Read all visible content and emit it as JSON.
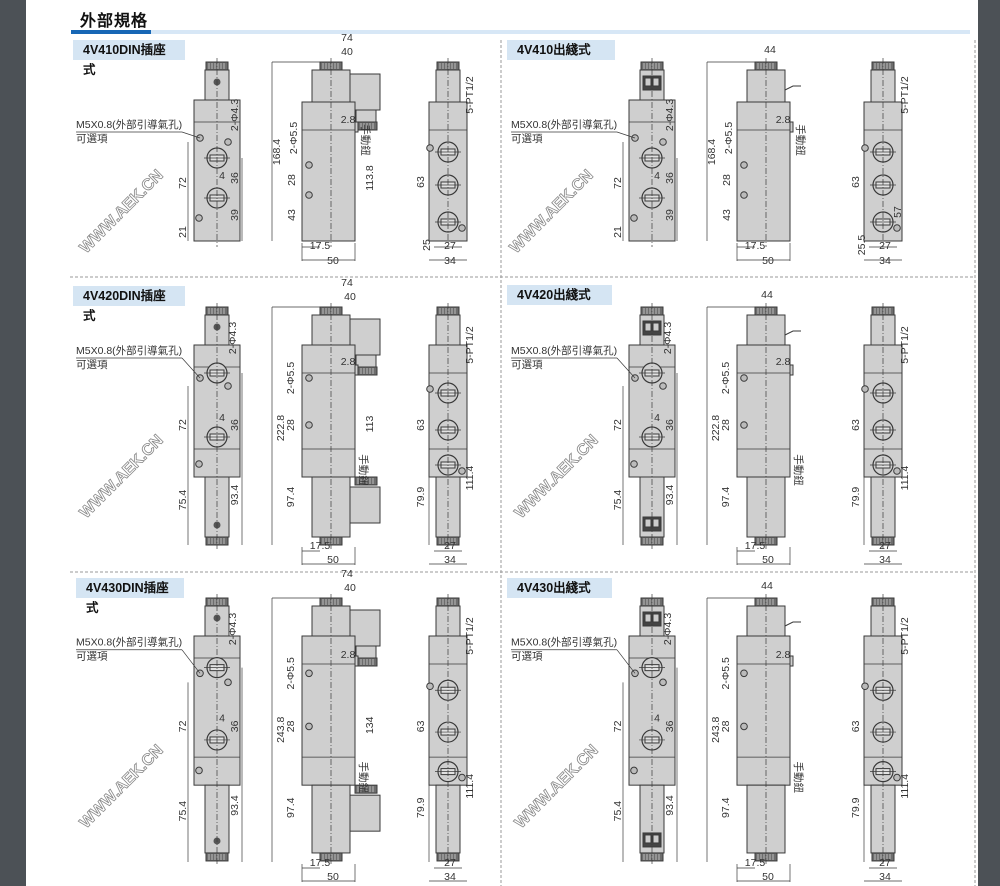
{
  "header": {
    "title": "外部規格"
  },
  "watermark": "WWW.AEK.CN",
  "panels": [
    {
      "title": "4V410DIN插座式",
      "note": {
        "line1": "M5X0.8(外部引導氣孔)",
        "line2": "可選項"
      },
      "front": {
        "hole_spec": "2-Φ4.3",
        "d4": "4",
        "d72": "72",
        "d36": "36",
        "d39": "39",
        "d21": "21"
      },
      "side": {
        "d74": "74",
        "d40": "40",
        "d2_8": "2.8",
        "height": "168.4",
        "hole55": "2-Φ5.5",
        "d28": "28",
        "d43": "43",
        "d113": "113.8",
        "manual": "手動鈕",
        "d17_5": "17.5",
        "d50": "50"
      },
      "end": {
        "pt": "5-PT1/2",
        "d63": "63",
        "d25": "25",
        "d27": "27",
        "d34": "34"
      }
    },
    {
      "title": "4V410出綫式",
      "note": {
        "line1": "M5X0.8(外部引導氣孔)",
        "line2": "可選項"
      },
      "front": {
        "hole_spec": "2-Φ4.3",
        "d4": "4",
        "d72": "72",
        "d36": "36",
        "d39": "39",
        "d21": "21"
      },
      "side": {
        "d44": "44",
        "d2_8": "2.8",
        "height": "168.4",
        "hole55": "2-Φ5.5",
        "d28": "28",
        "d43": "43",
        "manual": "手動鈕",
        "d17_5": "17.5",
        "d50": "50"
      },
      "end": {
        "pt": "5-PT1/2",
        "d63": "63",
        "d25": "25.5",
        "d57": "57",
        "d27": "27",
        "d34": "34"
      }
    },
    {
      "title": "4V420DIN插座式",
      "note": {
        "line1": "M5X0.8(外部引導氣孔)",
        "line2": "可選項"
      },
      "front": {
        "hole_spec": "2-Φ4.3",
        "d4": "4",
        "d72": "72",
        "d36": "36",
        "d75": "75.4",
        "d93": "93.4"
      },
      "side": {
        "d74": "74",
        "d40": "40",
        "d2_8": "2.8",
        "height": "222.8",
        "hole55": "2-Φ5.5",
        "d28": "28",
        "d97": "97.4",
        "d113": "113",
        "manual": "手動鈕",
        "d17_5": "17.5",
        "d50": "50"
      },
      "end": {
        "pt": "5-PT1/2",
        "d63": "63",
        "d79": "79.9",
        "d111": "111.4",
        "d27": "27",
        "d34": "34"
      }
    },
    {
      "title": "4V420出綫式",
      "note": {
        "line1": "M5X0.8(外部引導氣孔)",
        "line2": "可選項"
      },
      "front": {
        "hole_spec": "2-Φ4.3",
        "d4": "4",
        "d72": "72",
        "d36": "36",
        "d75": "75.4",
        "d93": "93.4"
      },
      "side": {
        "d44": "44",
        "d2_8": "2.8",
        "height": "222.8",
        "hole55": "2-Φ5.5",
        "d28": "28",
        "d97": "97.4",
        "manual": "手動鈕",
        "d17_5": "17.5",
        "d50": "50"
      },
      "end": {
        "pt": "5-PT1/2",
        "d63": "63",
        "d79": "79.9",
        "d111": "111.4",
        "d27": "27",
        "d34": "34"
      }
    },
    {
      "title": "4V430DIN插座式",
      "note": {
        "line1": "M5X0.8(外部引導氣孔)",
        "line2": "可選項"
      },
      "front": {
        "hole_spec": "2-Φ4.3",
        "d4": "4",
        "d72": "72",
        "d36": "36",
        "d75": "75.4",
        "d93": "93.4"
      },
      "side": {
        "d74": "74",
        "d40": "40",
        "d2_8": "2.8",
        "height": "243.8",
        "hole55": "2-Φ5.5",
        "d28": "28",
        "d97": "97.4",
        "d113": "134",
        "manual": "手動鈕",
        "d17_5": "17.5",
        "d50": "50"
      },
      "end": {
        "pt": "5-PT1/2",
        "d63": "63",
        "d79": "79.9",
        "d111": "111.4",
        "d27": "27",
        "d34": "34"
      }
    },
    {
      "title": "4V430出綫式",
      "note": {
        "line1": "M5X0.8(外部引導氣孔)",
        "line2": "可選項"
      },
      "front": {
        "hole_spec": "2-Φ4.3",
        "d4": "4",
        "d72": "72",
        "d36": "36",
        "d75": "75.4",
        "d93": "93.4"
      },
      "side": {
        "d44": "44",
        "d2_8": "2.8",
        "height": "243.8",
        "hole55": "2-Φ5.5",
        "d28": "28",
        "d97": "97.4",
        "manual": "手動鈕",
        "d17_5": "17.5",
        "d50": "50"
      },
      "end": {
        "pt": "5-PT1/2",
        "d63": "63",
        "d79": "79.9",
        "d111": "111.4",
        "d27": "27",
        "d34": "34"
      }
    }
  ]
}
